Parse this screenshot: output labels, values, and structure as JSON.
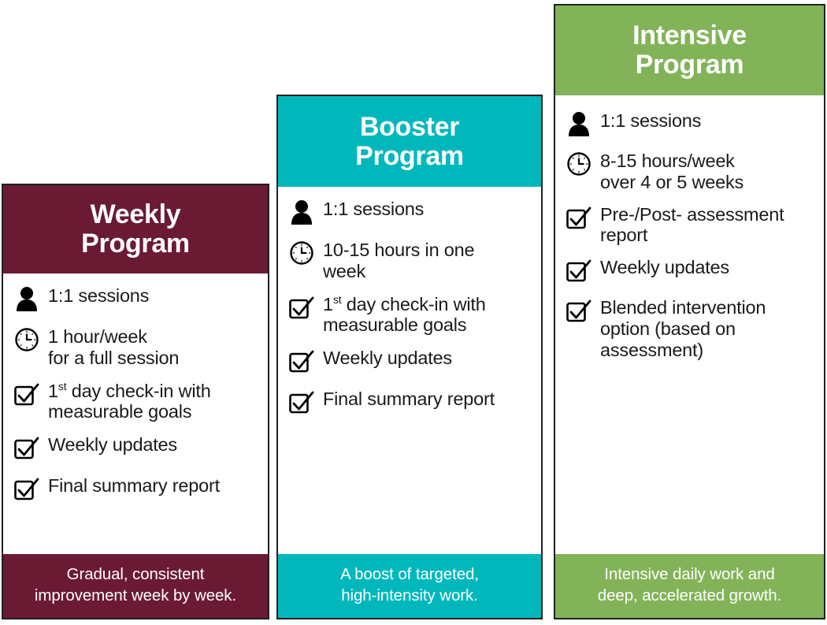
{
  "colors": {
    "weekly": "#6B1A34",
    "booster": "#00B8BC",
    "intensive": "#82B358",
    "outline": "#231f20",
    "text": "#1a1a1a",
    "card_background": "#ffffff"
  },
  "cards": [
    {
      "id": "weekly",
      "title_line1": "Weekly",
      "title_line2": "Program",
      "accent": "#6B1A34",
      "features": [
        {
          "icon": "person-icon",
          "line1": "1:1 sessions",
          "line2": "",
          "sup": ""
        },
        {
          "icon": "clock-icon",
          "line1": "1 hour/week",
          "line2": "for a full session",
          "sup": ""
        },
        {
          "icon": "checkbox-icon",
          "line1": "1",
          "sup": "st",
          "line1_rest": " day check-in with",
          "line2": "measurable goals"
        },
        {
          "icon": "checkbox-icon",
          "line1": "Weekly updates",
          "line2": "",
          "sup": ""
        },
        {
          "icon": "checkbox-icon",
          "line1": "Final summary report",
          "line2": "",
          "sup": ""
        }
      ],
      "footer_line1": "Gradual, consistent",
      "footer_line2": "improvement week by week."
    },
    {
      "id": "booster",
      "title_line1": "Booster",
      "title_line2": "Program",
      "accent": "#00B8BC",
      "features": [
        {
          "icon": "person-icon",
          "line1": "1:1 sessions",
          "line2": "",
          "sup": ""
        },
        {
          "icon": "clock-icon",
          "line1": "10-15 hours in one",
          "line2": "week",
          "sup": ""
        },
        {
          "icon": "checkbox-icon",
          "line1": "1",
          "sup": "st",
          "line1_rest": " day check-in with",
          "line2": "measurable goals"
        },
        {
          "icon": "checkbox-icon",
          "line1": "Weekly updates",
          "line2": "",
          "sup": ""
        },
        {
          "icon": "checkbox-icon",
          "line1": "Final summary report",
          "line2": "",
          "sup": ""
        }
      ],
      "footer_line1": "A boost of targeted,",
      "footer_line2": "high-intensity work."
    },
    {
      "id": "intensive",
      "title_line1": "Intensive",
      "title_line2": "Program",
      "accent": "#82B358",
      "features": [
        {
          "icon": "person-icon",
          "line1": "1:1 sessions",
          "line2": "",
          "sup": ""
        },
        {
          "icon": "clock-icon",
          "line1": "8-15 hours/week",
          "line2": "over 4 or 5 weeks",
          "sup": ""
        },
        {
          "icon": "checkbox-icon",
          "line1": "Pre-/Post- assessment",
          "line2": "report",
          "sup": ""
        },
        {
          "icon": "checkbox-icon",
          "line1": "Weekly updates",
          "line2": "",
          "sup": ""
        },
        {
          "icon": "checkbox-icon",
          "line1": "Blended intervention",
          "line2": "option (based on",
          "line3": "assessment)",
          "sup": ""
        }
      ],
      "footer_line1": "Intensive daily work and",
      "footer_line2": "deep, accelerated growth."
    }
  ]
}
